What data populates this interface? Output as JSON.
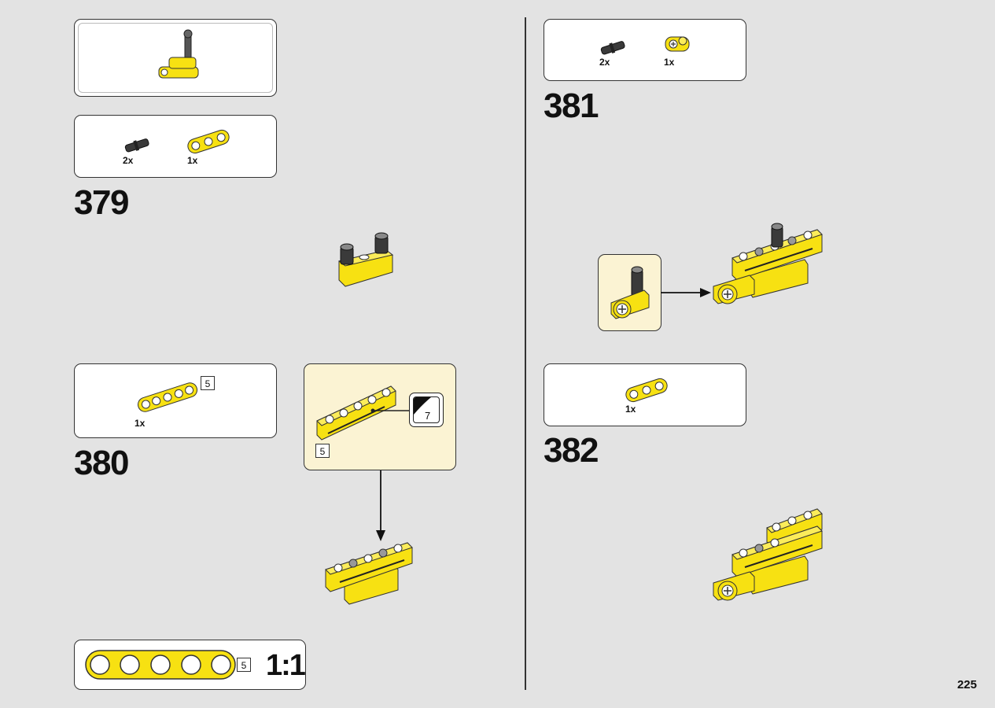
{
  "page": {
    "number": "225"
  },
  "steps": [
    {
      "number": "379",
      "parts": [
        {
          "qty": "2x",
          "icon": "pin-icon"
        },
        {
          "qty": "1x",
          "icon": "beam-3-icon"
        }
      ]
    },
    {
      "number": "380",
      "parts": [
        {
          "qty": "1x",
          "icon": "beam-5-icon",
          "length": "5"
        }
      ],
      "subassembly": {
        "length": "5",
        "sticker": "7"
      }
    },
    {
      "number": "381",
      "parts": [
        {
          "qty": "2x",
          "icon": "pin-icon"
        },
        {
          "qty": "1x",
          "icon": "cross-block-icon"
        }
      ]
    },
    {
      "number": "382",
      "parts": [
        {
          "qty": "1x",
          "icon": "beam-3-icon"
        }
      ]
    }
  ],
  "scale_ruler": {
    "length": "5",
    "ratio": "1:1"
  },
  "colors": {
    "lego_yellow": "#f7e112",
    "background": "#e3e3e3",
    "subassembly_bg": "#fbf3d3",
    "dark_pin": "#3a3a3a"
  }
}
